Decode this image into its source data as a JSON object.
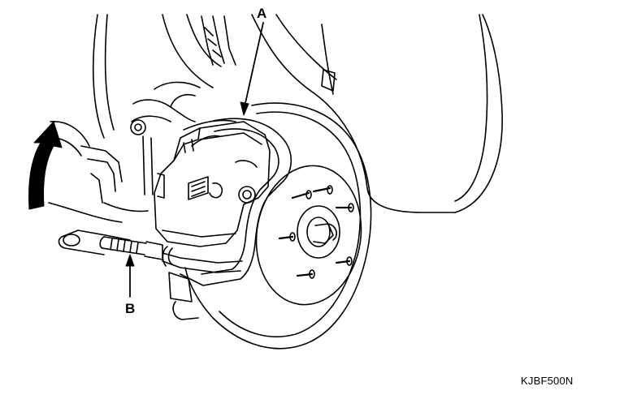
{
  "callouts": {
    "a": "A",
    "b": "B"
  },
  "figure_code": "KJBF500N",
  "icons": {
    "rotation_arrow": "curved-rotation-arrow-icon",
    "leader_a": "leader-arrow-icon",
    "leader_b": "leader-arrow-icon"
  },
  "colors": {
    "line": "#000000",
    "background": "#ffffff"
  }
}
